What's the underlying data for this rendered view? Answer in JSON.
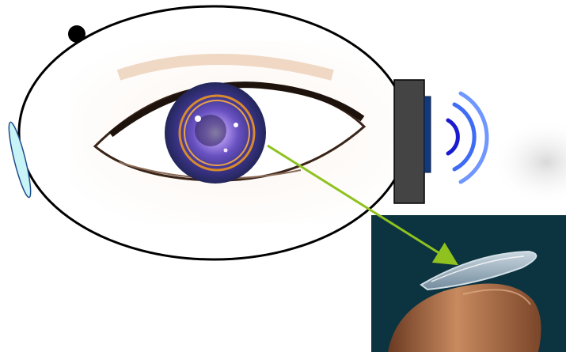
{
  "diagram": {
    "elements": [
      {
        "name": "head-outline",
        "shape": "ellipse",
        "stroke": "#000000"
      },
      {
        "name": "eye-photo",
        "kind": "photograph",
        "iris_color": "#5a4bb0"
      },
      {
        "name": "lens-ring",
        "shape": "circle",
        "stroke": "#d98a2b"
      },
      {
        "name": "wearable-device",
        "kind": "rectangle",
        "fill": "#444444"
      },
      {
        "name": "device-antenna",
        "fill": "#123a7a"
      },
      {
        "name": "wireless-waves",
        "colors": [
          "#1a1ad0",
          "#3f6cf5",
          "#6f97ff"
        ]
      },
      {
        "name": "side-lens",
        "fill": "#c8f3f7",
        "stroke": "#1f4d8c"
      },
      {
        "name": "marker-dot",
        "fill": "#000000"
      },
      {
        "name": "pointer-arrow",
        "color": "#8fc21e"
      },
      {
        "name": "contact-lens-photo",
        "kind": "photograph",
        "background": "#0b2f3a"
      }
    ]
  }
}
